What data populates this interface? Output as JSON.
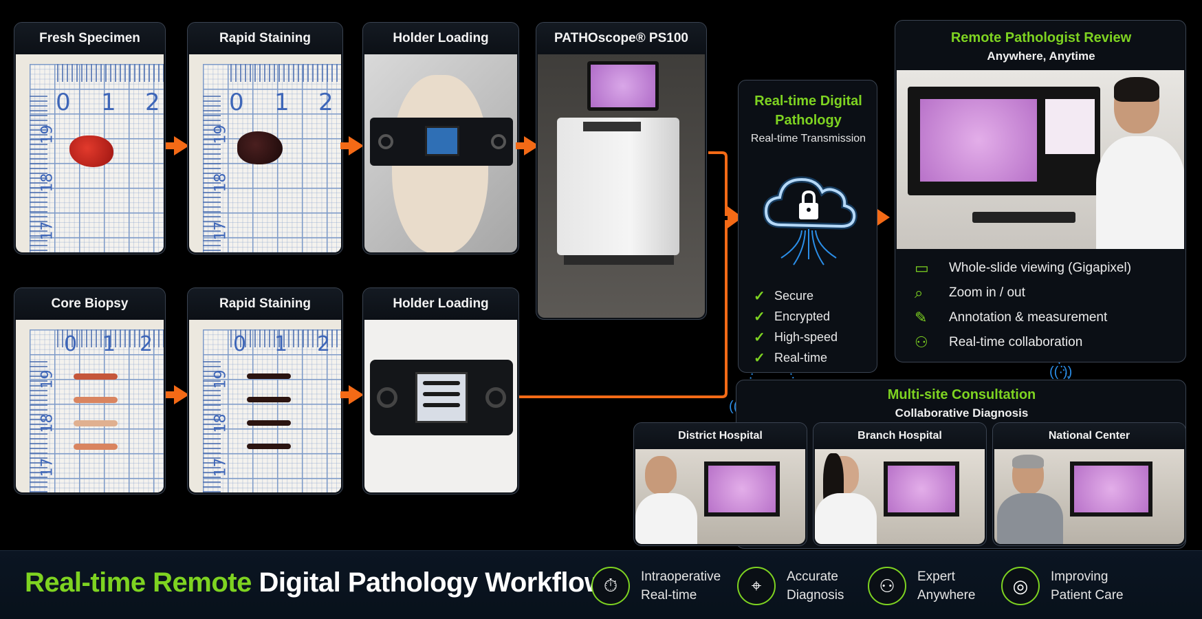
{
  "top_row": {
    "fresh_specimen": "Fresh Specimen",
    "rapid_staining": "Rapid Staining",
    "holder_loading": "Holder Loading",
    "device": "PATHOscope® PS100"
  },
  "bottom_row": {
    "core_biopsy": "Core Biopsy",
    "rapid_staining": "Rapid Staining",
    "holder_loading": "Holder Loading"
  },
  "ruler": {
    "top_numbers": [
      "0",
      "1",
      "2"
    ],
    "side_numbers": [
      "19",
      "18",
      "17"
    ]
  },
  "cloud": {
    "title": "Real-time Digital Pathology",
    "subtitle": "Real-time Transmission",
    "checks": [
      "Secure",
      "Encrypted",
      "High-speed",
      "Real-time"
    ],
    "icon": "cloud-lock-icon"
  },
  "review": {
    "title": "Remote Pathologist Review",
    "subtitle": "Anywhere, Anytime",
    "features": [
      {
        "label": "Whole-slide viewing (Gigapixel)",
        "icon": "monitor-icon"
      },
      {
        "label": "Zoom in / out",
        "icon": "magnifier-icon"
      },
      {
        "label": "Annotation & measurement",
        "icon": "pen-icon"
      },
      {
        "label": "Real-time collaboration",
        "icon": "people-icon"
      }
    ]
  },
  "consultation": {
    "title": "Multi-site Consultation",
    "subtitle": "Collaborative Diagnosis",
    "sites": [
      "District Hospital",
      "Branch Hospital",
      "National Center"
    ]
  },
  "footer": {
    "title_green": "Real-time Remote",
    "title_white": "Digital Pathology Workflow",
    "badges": [
      {
        "line1": "Intraoperative",
        "line2": "Real-time",
        "icon": "stopwatch-icon"
      },
      {
        "line1": "Accurate",
        "line2": "Diagnosis",
        "icon": "target-icon"
      },
      {
        "line1": "Expert",
        "line2": "Anywhere",
        "icon": "group-icon"
      },
      {
        "line1": "Improving",
        "line2": "Patient Care",
        "icon": "globe-icon"
      }
    ]
  },
  "colors": {
    "accent_green": "#7ed321",
    "arrow_orange": "#f46a16",
    "glow_blue": "#2b8ee8"
  }
}
